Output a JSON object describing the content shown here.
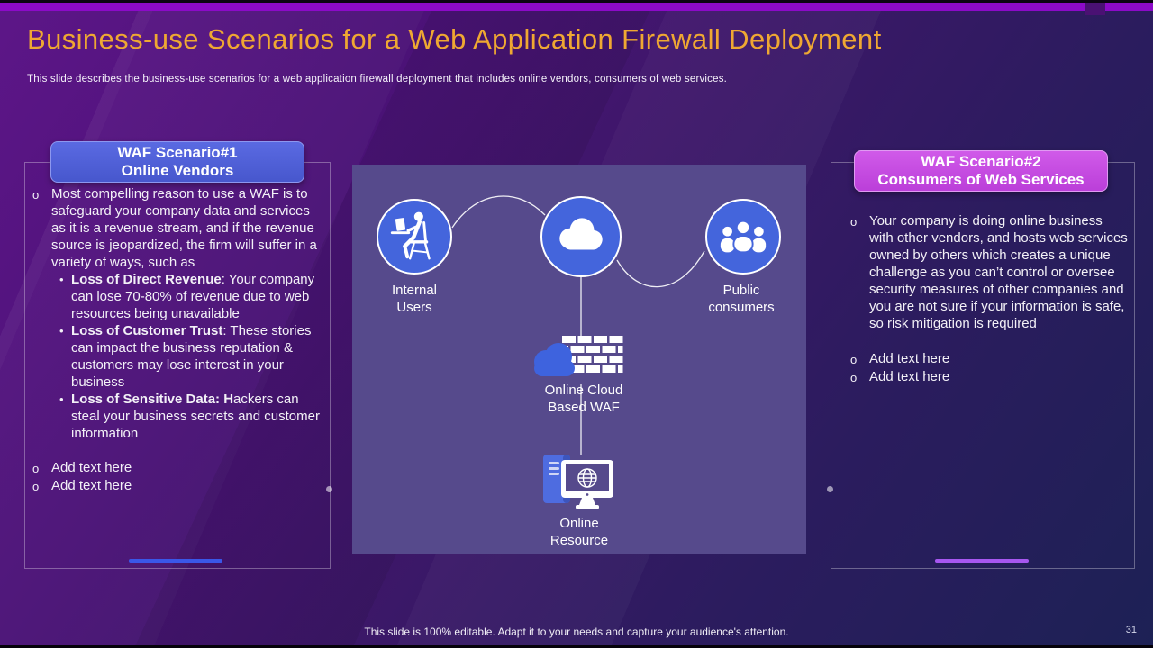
{
  "slide": {
    "title": "Business-use Scenarios for a Web Application Firewall Deployment",
    "subtitle": "This slide describes the business-use scenarios for a web application firewall deployment that includes online vendors, consumers of web services.",
    "footer": "This slide is 100% editable. Adapt it to your needs and capture your audience's attention.",
    "page_number": "31"
  },
  "markers": {
    "circle": "o",
    "dot": "•"
  },
  "colors": {
    "title_gold": "#EFA832",
    "top_bar": "#8C0AC8",
    "scenario1_header_bg": "#5163DB",
    "scenario2_header_bg": "#C94FE4",
    "node_circle_blue": "#4465DC",
    "diagram_panel_bg": "#564A8C",
    "scenario1_underline": "#3A57E8",
    "scenario2_underline": "#A757F0"
  },
  "scenario1": {
    "header_line1": "WAF Scenario#1",
    "header_line2": "Online Vendors",
    "intro": "Most compelling reason to use a WAF is to safeguard your company data and services as it is a revenue stream, and if the revenue source is jeopardized, the firm will suffer in a variety of ways, such as",
    "points": [
      {
        "bold": "Loss of Direct Revenue",
        "rest": ": Your company can lose 70-80% of revenue due to web resources being unavailable"
      },
      {
        "bold": "Loss of Customer Trust",
        "rest": ": These stories can impact the business reputation & customers may lose interest in your business"
      },
      {
        "bold": "Loss of Sensitive Data: H",
        "rest": "ackers can steal your business secrets and customer information"
      }
    ],
    "placeholders": [
      "Add text here",
      "Add text here"
    ]
  },
  "scenario2": {
    "header_line1": "WAF Scenario#2",
    "header_line2": "Consumers of Web Services",
    "intro": "Your company is doing online business with other vendors, and hosts web services owned by others which creates a unique challenge as you can’t control or oversee security measures of other companies and you are not sure if your information is safe, so risk mitigation is required",
    "placeholders": [
      "Add text here",
      "Add text here"
    ]
  },
  "diagram": {
    "internal_users_line1": "Internal",
    "internal_users_line2": "Users",
    "public_consumers_line1": "Public",
    "public_consumers_line2": "consumers",
    "waf_line1": "Online Cloud",
    "waf_line2": "Based WAF",
    "resource_line1": "Online",
    "resource_line2": "Resource"
  }
}
